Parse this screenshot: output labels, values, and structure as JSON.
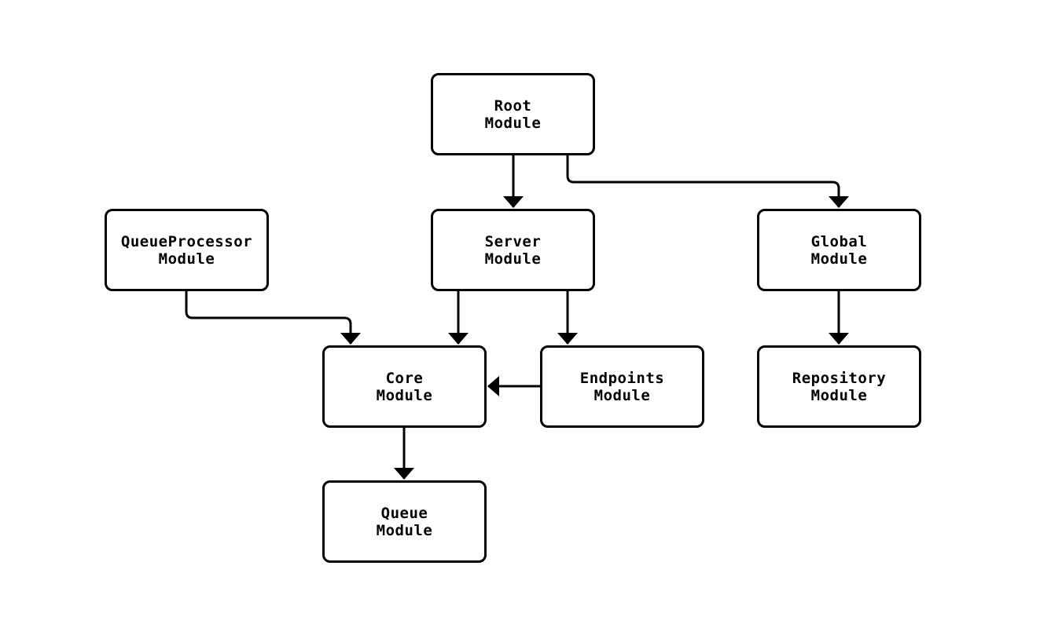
{
  "diagram": {
    "type": "flowchart",
    "background_color": "#ffffff",
    "node_fill_color": "#ffffff",
    "stroke_color": "#000000",
    "nodes": [
      {
        "id": "root",
        "label": "Root\nModule"
      },
      {
        "id": "queueprocessor",
        "label": "QueueProcessor\nModule"
      },
      {
        "id": "server",
        "label": "Server\nModule"
      },
      {
        "id": "global",
        "label": "Global\nModule"
      },
      {
        "id": "core",
        "label": "Core\nModule"
      },
      {
        "id": "endpoints",
        "label": "Endpoints\nModule"
      },
      {
        "id": "repository",
        "label": "Repository\nModule"
      },
      {
        "id": "queue",
        "label": "Queue\nModule"
      }
    ],
    "edges": [
      {
        "from": "root",
        "to": "server"
      },
      {
        "from": "root",
        "to": "global"
      },
      {
        "from": "queueprocessor",
        "to": "core"
      },
      {
        "from": "server",
        "to": "core"
      },
      {
        "from": "server",
        "to": "endpoints"
      },
      {
        "from": "endpoints",
        "to": "core"
      },
      {
        "from": "global",
        "to": "repository"
      },
      {
        "from": "core",
        "to": "queue"
      }
    ]
  }
}
